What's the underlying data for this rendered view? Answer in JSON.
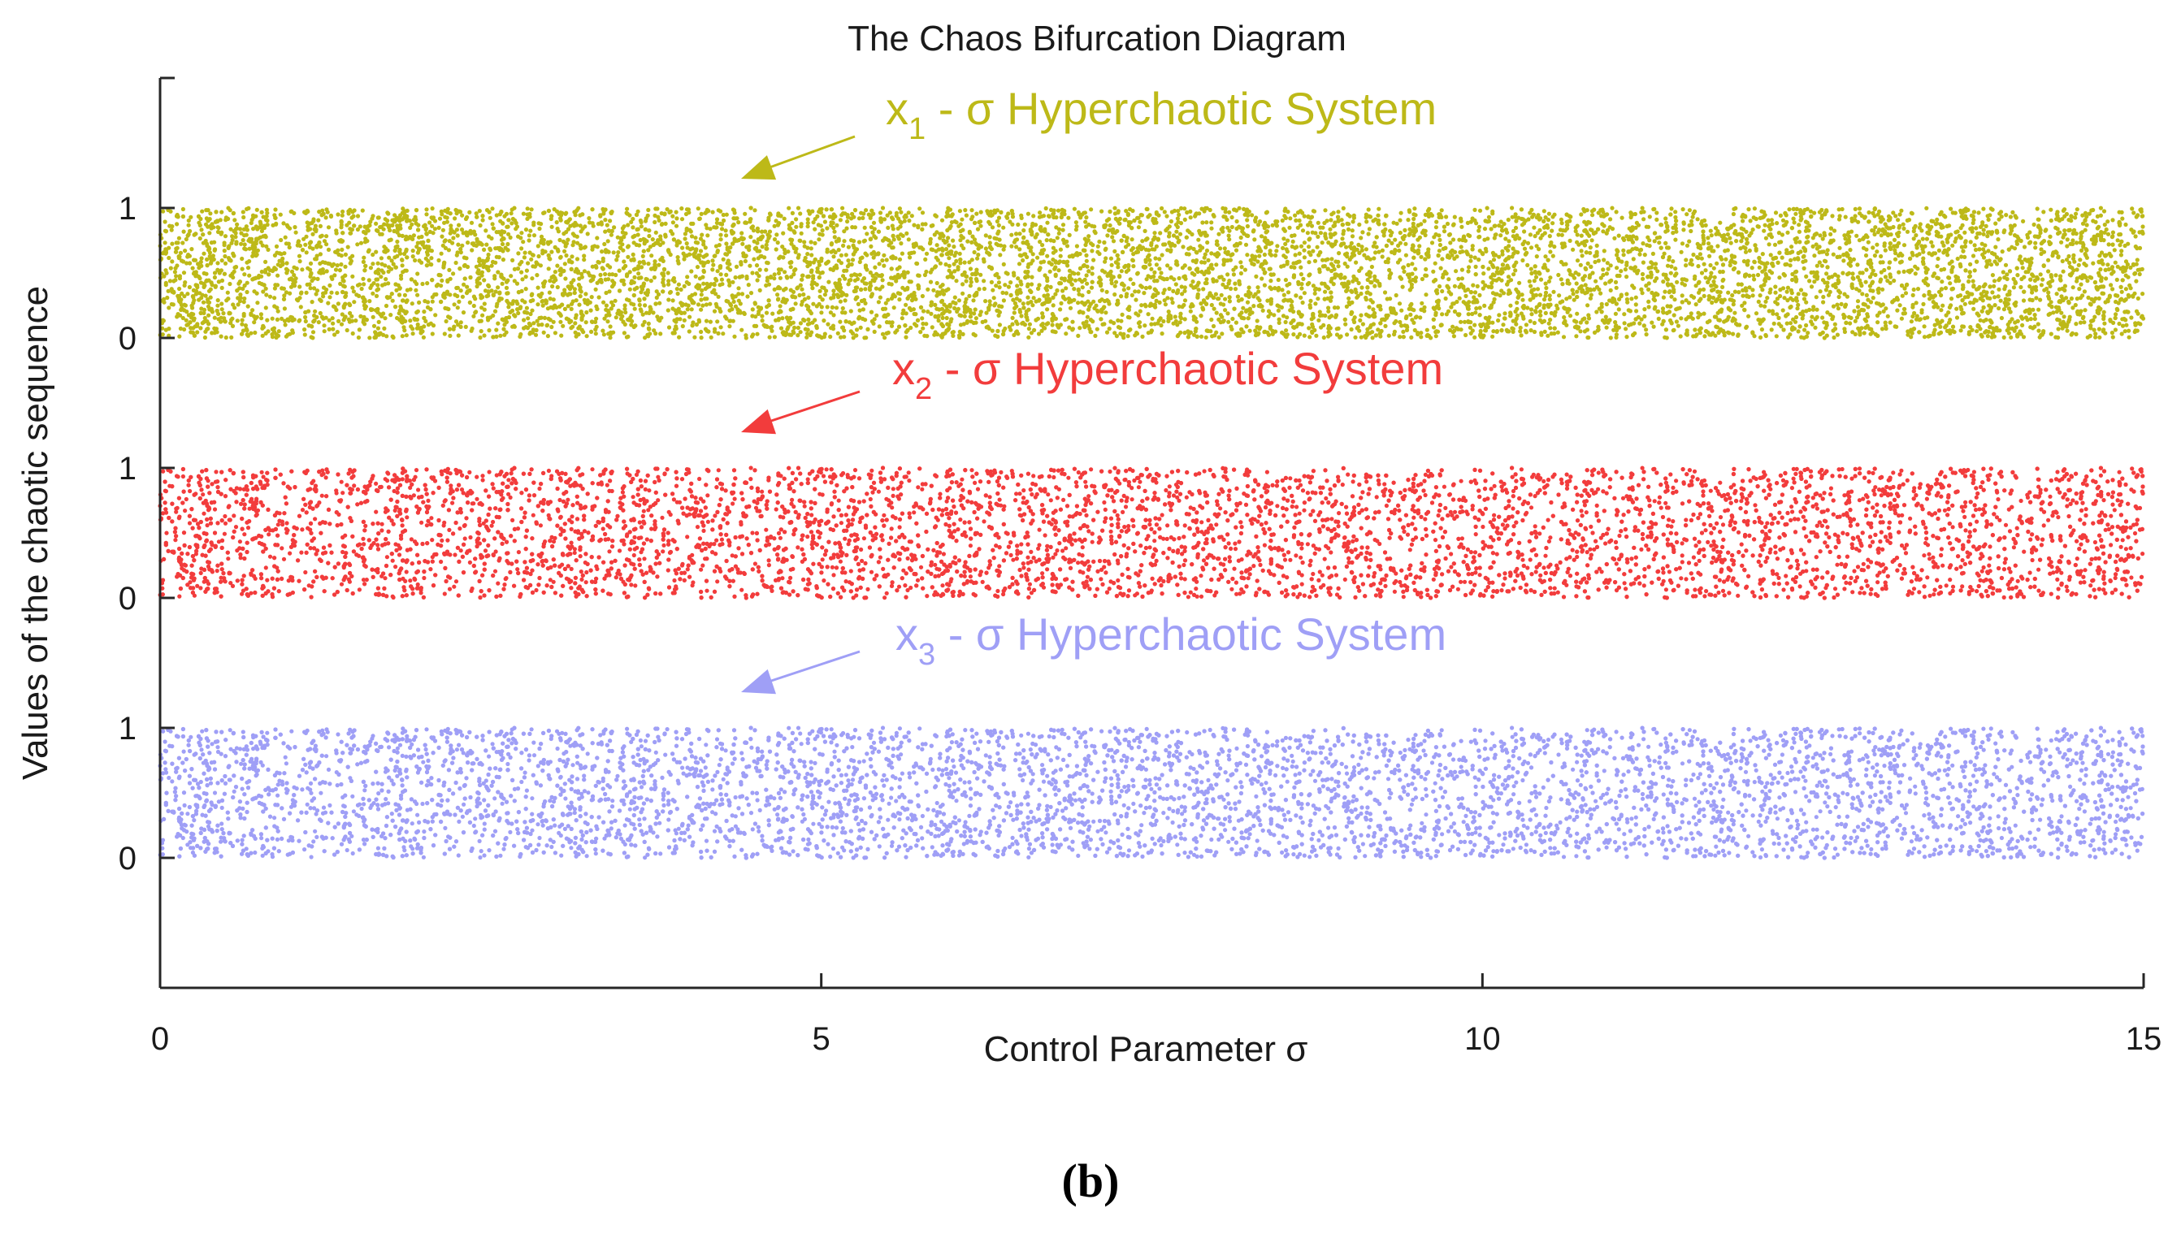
{
  "figure": {
    "panel_label": "(b)"
  },
  "chart_data": {
    "type": "scatter",
    "title": "The Chaos Bifurcation Diagram",
    "xlabel": "Control Parameter σ",
    "ylabel": "Values of the chaotic sequence",
    "xlim": [
      0,
      15
    ],
    "x_ticks": [
      "0",
      "5",
      "10",
      "15"
    ],
    "grid": false,
    "legend": "none",
    "series": [
      {
        "name": "x1 - σ Hyperchaotic System",
        "label_main": "x",
        "label_sub": "1",
        "label_rest": " - σ Hyperchaotic System",
        "color": "#bdb918",
        "value_range": [
          0,
          1
        ],
        "x_range": [
          0,
          15
        ],
        "tick_labels": [
          "1",
          "0"
        ]
      },
      {
        "name": "x2 - σ Hyperchaotic System",
        "label_main": "x",
        "label_sub": "2",
        "label_rest": " - σ Hyperchaotic System",
        "color": "#f23c3c",
        "value_range": [
          0,
          1
        ],
        "x_range": [
          0,
          15
        ],
        "tick_labels": [
          "1",
          "0"
        ]
      },
      {
        "name": "x3 - σ Hyperchaotic System",
        "label_main": "x",
        "label_sub": "3",
        "label_rest": " - σ Hyperchaotic System",
        "color": "#9f9ff6",
        "value_range": [
          0,
          1
        ],
        "x_range": [
          0,
          15
        ],
        "tick_labels": [
          "1",
          "0"
        ]
      }
    ]
  }
}
